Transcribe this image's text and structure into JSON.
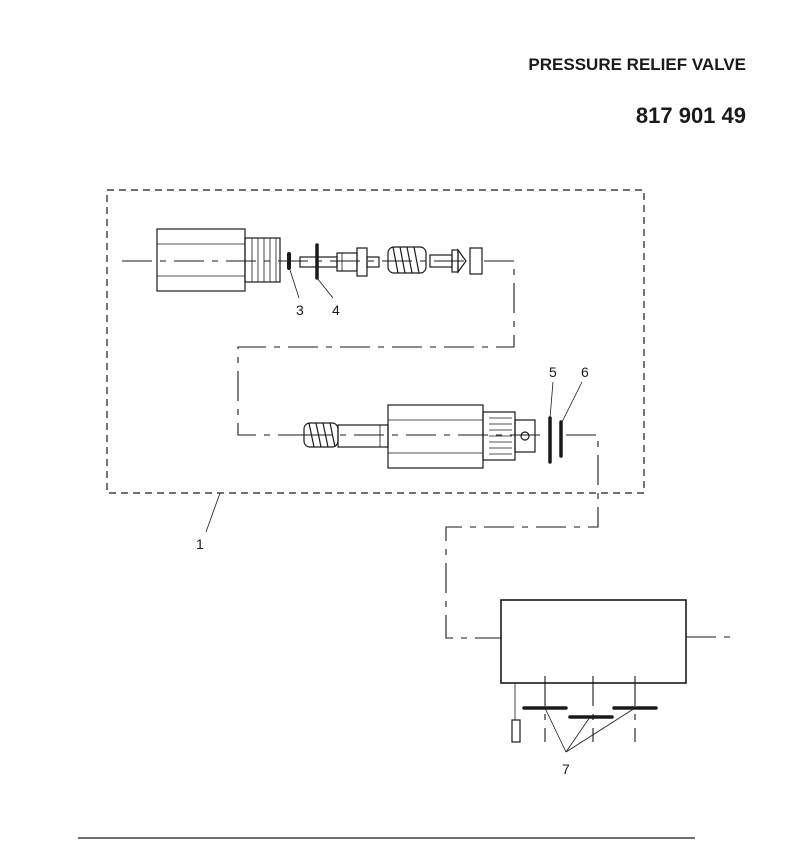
{
  "header": {
    "title": "PRESSURE RELIEF VALVE",
    "part_number": "817 901 49"
  },
  "callouts": [
    {
      "id": "1",
      "label": "1"
    },
    {
      "id": "3",
      "label": "3"
    },
    {
      "id": "4",
      "label": "4"
    },
    {
      "id": "5",
      "label": "5"
    },
    {
      "id": "6",
      "label": "6"
    },
    {
      "id": "7",
      "label": "7"
    }
  ]
}
